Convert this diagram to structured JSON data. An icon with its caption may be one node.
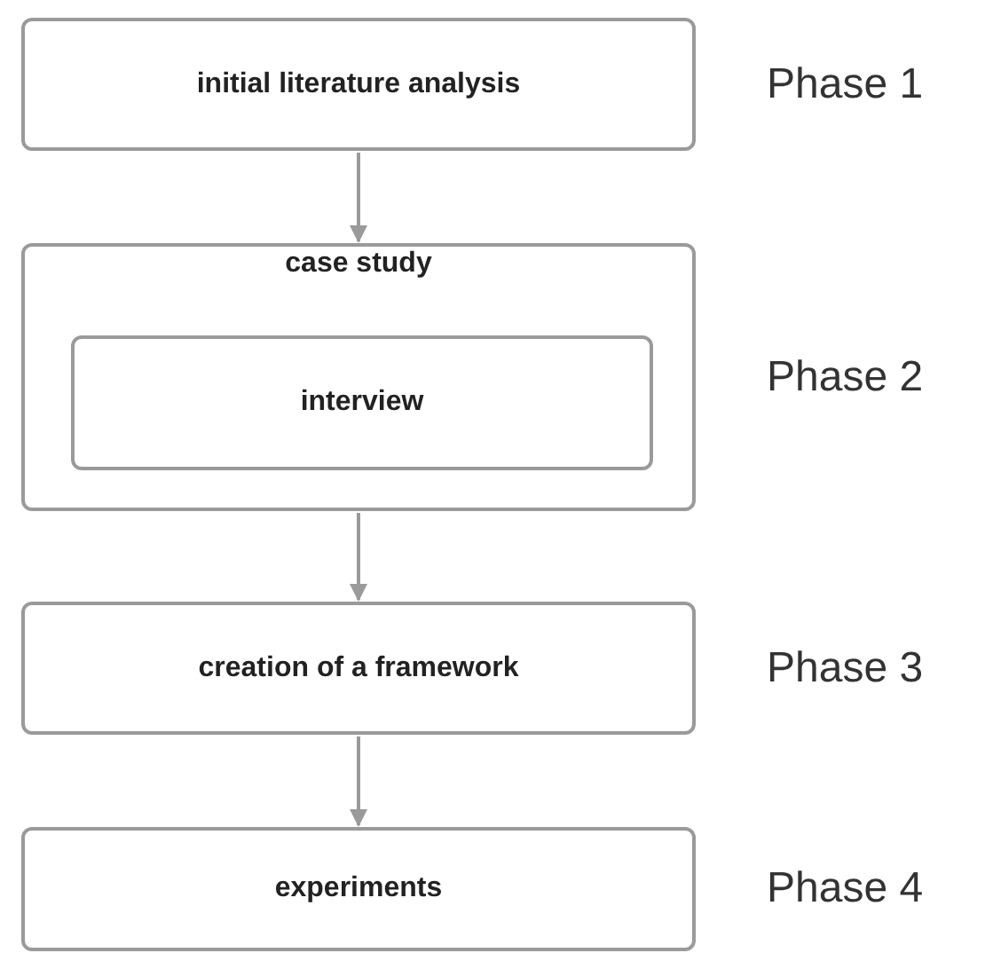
{
  "diagram": {
    "nodes": [
      {
        "text": [
          "initial literature analysis"
        ],
        "beside": [
          "Phase 1"
        ]
      },
      {
        "text": [
          "case study"
        ],
        "beside": [
          "Phase 2"
        ]
      },
      {
        "text": [
          "interview"
        ],
        "in": 1
      },
      {
        "text": [
          "creation of a framework"
        ],
        "beside": [
          "Phase 3"
        ]
      },
      {
        "text": [
          "experiments"
        ],
        "beside": [
          "Phase 4"
        ]
      }
    ],
    "edges": [
      {
        "from": 0,
        "to": 1,
        "arrow": "to"
      },
      {
        "from": 1,
        "to": 3,
        "arrow": "to"
      },
      {
        "from": 3,
        "to": 4,
        "arrow": "to"
      }
    ]
  }
}
